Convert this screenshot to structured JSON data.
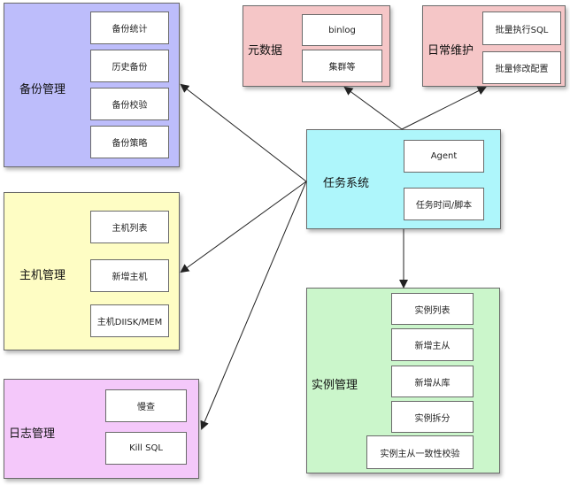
{
  "colors": {
    "backup": "#bdbdfb",
    "host": "#fefdc4",
    "log": "#f4c8fa",
    "meta": "#f5c6c7",
    "ops": "#f5c6c7",
    "task": "#aef6fb",
    "instance": "#cbf6cb",
    "stroke": "#6a6a6a",
    "arrow": "#222222"
  },
  "backup": {
    "title": "备份管理",
    "items": [
      "备份统计",
      "历史备份",
      "备份校验",
      "备份策略"
    ]
  },
  "host": {
    "title": "主机管理",
    "items": [
      "主机列表",
      "新增主机",
      "主机DIISK/MEM"
    ]
  },
  "log": {
    "title": "日志管理",
    "items": [
      "慢查",
      "Kill SQL"
    ]
  },
  "meta": {
    "title": "元数据",
    "items": [
      "binlog",
      "集群等"
    ]
  },
  "ops": {
    "title": "日常维护",
    "items": [
      "批量执行SQL",
      "批量修改配置"
    ]
  },
  "task": {
    "title": "任务系统",
    "items": [
      "Agent",
      "任务时间/脚本"
    ]
  },
  "instance": {
    "title": "实例管理",
    "items": [
      "实例列表",
      "新增主从",
      "新增从库",
      "实例拆分",
      "实例主从一致性校验"
    ]
  }
}
